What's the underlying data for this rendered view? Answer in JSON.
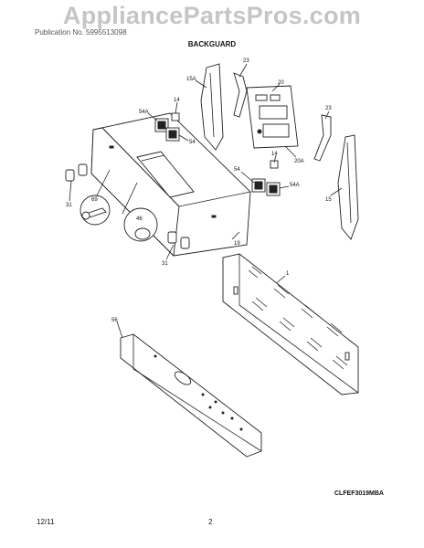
{
  "watermark": "AppliancePartsPros.com",
  "header_small": "Publication No. 5995513098",
  "title": "BACKGUARD",
  "model_code": "CLFEF3019MBA",
  "footer": {
    "date": "12/11",
    "page": "2"
  },
  "callouts": {
    "c15A": "15A",
    "c23a": "23",
    "c20": "20",
    "c14a": "14",
    "c54Aa": "54A",
    "c54a": "54",
    "c23b": "23",
    "c20A": "20A",
    "c14b": "14",
    "c54b": "54",
    "c54Ab": "54A",
    "c15": "15",
    "c31a": "31",
    "c69": "69",
    "c46": "46",
    "c19": "19",
    "c31b": "31",
    "c1": "1",
    "c56": "56"
  }
}
